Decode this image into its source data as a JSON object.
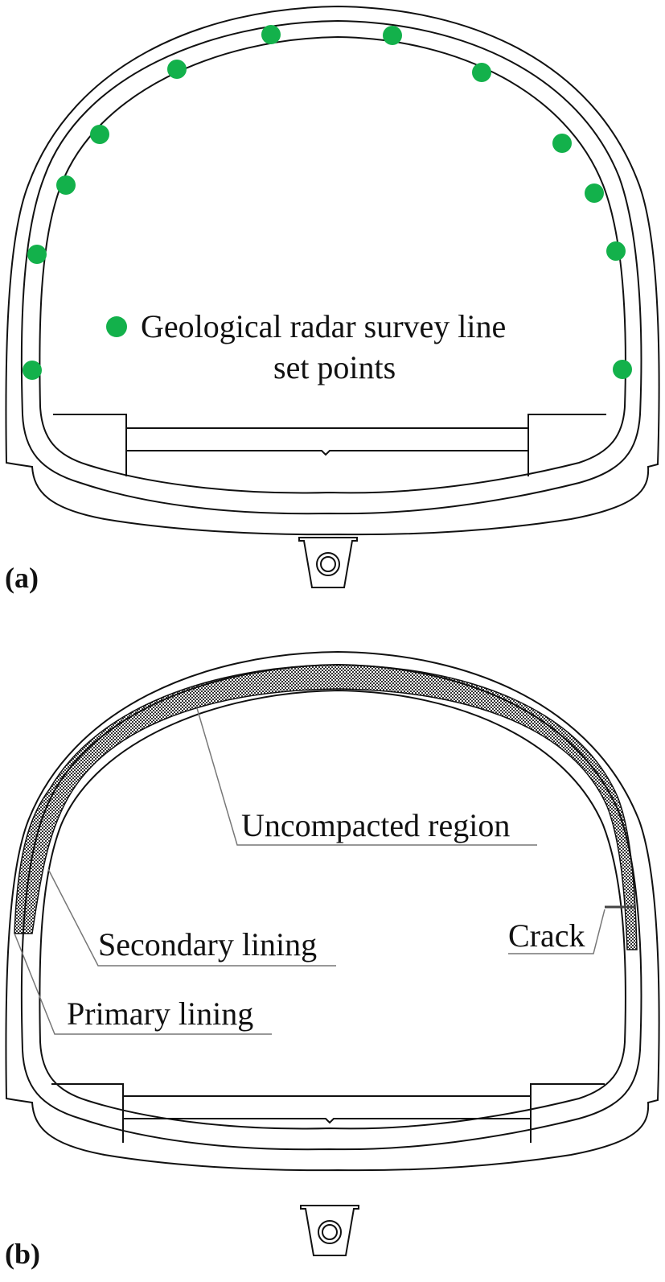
{
  "panel_a": {
    "label": "(a)",
    "legend_line1": "Geological radar survey line",
    "legend_line2": "set points",
    "point_color": "#13b14b"
  },
  "panel_b": {
    "label": "(b)",
    "uncompacted_label": "Uncompacted region",
    "secondary_label": "Secondary lining",
    "primary_label": "Primary lining",
    "crack_label": "Crack"
  }
}
